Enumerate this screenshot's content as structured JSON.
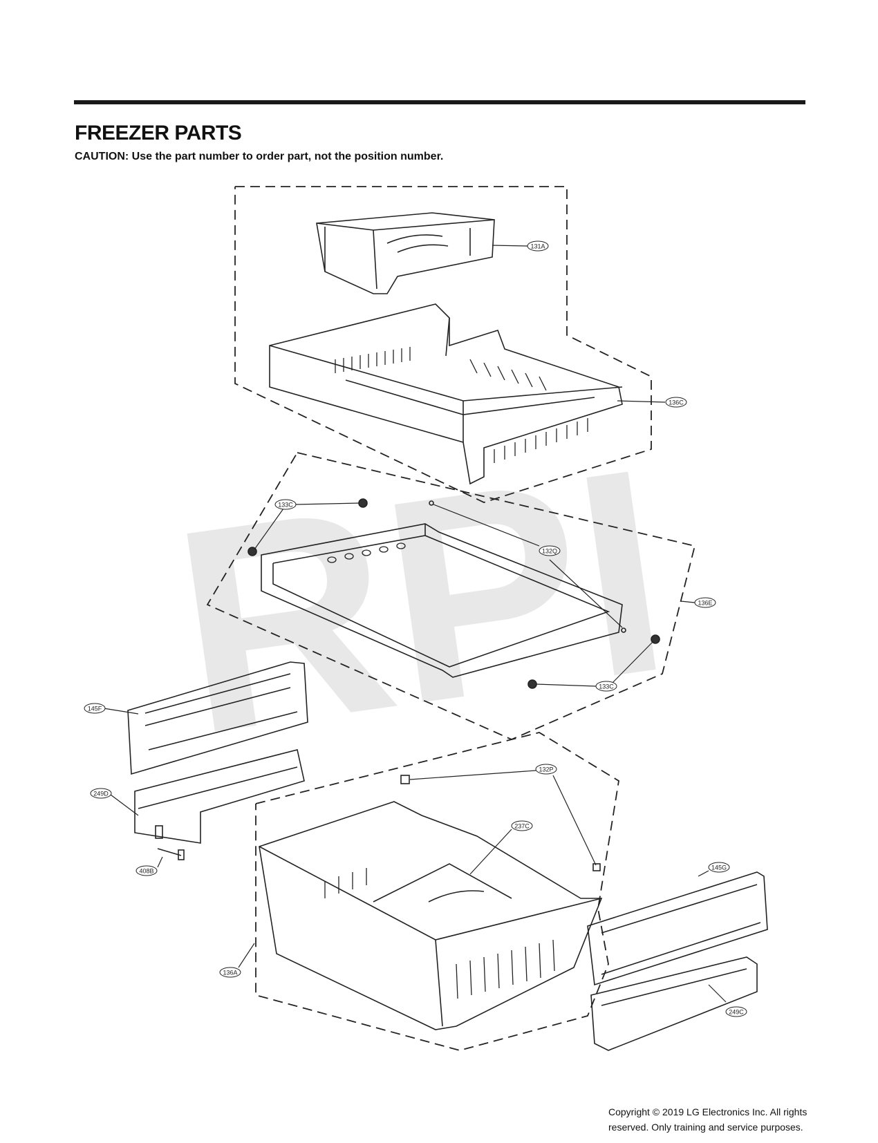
{
  "header": {
    "title": "FREEZER PARTS",
    "caution": "CAUTION: Use the part number to order part, not the position number."
  },
  "watermark": "RPI",
  "callouts": [
    {
      "id": "131A",
      "label": "131A"
    },
    {
      "id": "136C",
      "label": "136C"
    },
    {
      "id": "133C-top",
      "label": "133C"
    },
    {
      "id": "132Q",
      "label": "132Q"
    },
    {
      "id": "136E",
      "label": "136E"
    },
    {
      "id": "133C-bottom",
      "label": "133C"
    },
    {
      "id": "145F",
      "label": "145F"
    },
    {
      "id": "249D",
      "label": "249D"
    },
    {
      "id": "408B",
      "label": "408B"
    },
    {
      "id": "132P",
      "label": "132P"
    },
    {
      "id": "237C",
      "label": "237C"
    },
    {
      "id": "136A",
      "label": "136A"
    },
    {
      "id": "145G",
      "label": "145G"
    },
    {
      "id": "249C",
      "label": "249C"
    }
  ],
  "footer": {
    "copyright_line1": "Copyright © 2019  LG Electronics Inc. All rights",
    "copyright_line2": "reserved. Only training and service purposes."
  }
}
